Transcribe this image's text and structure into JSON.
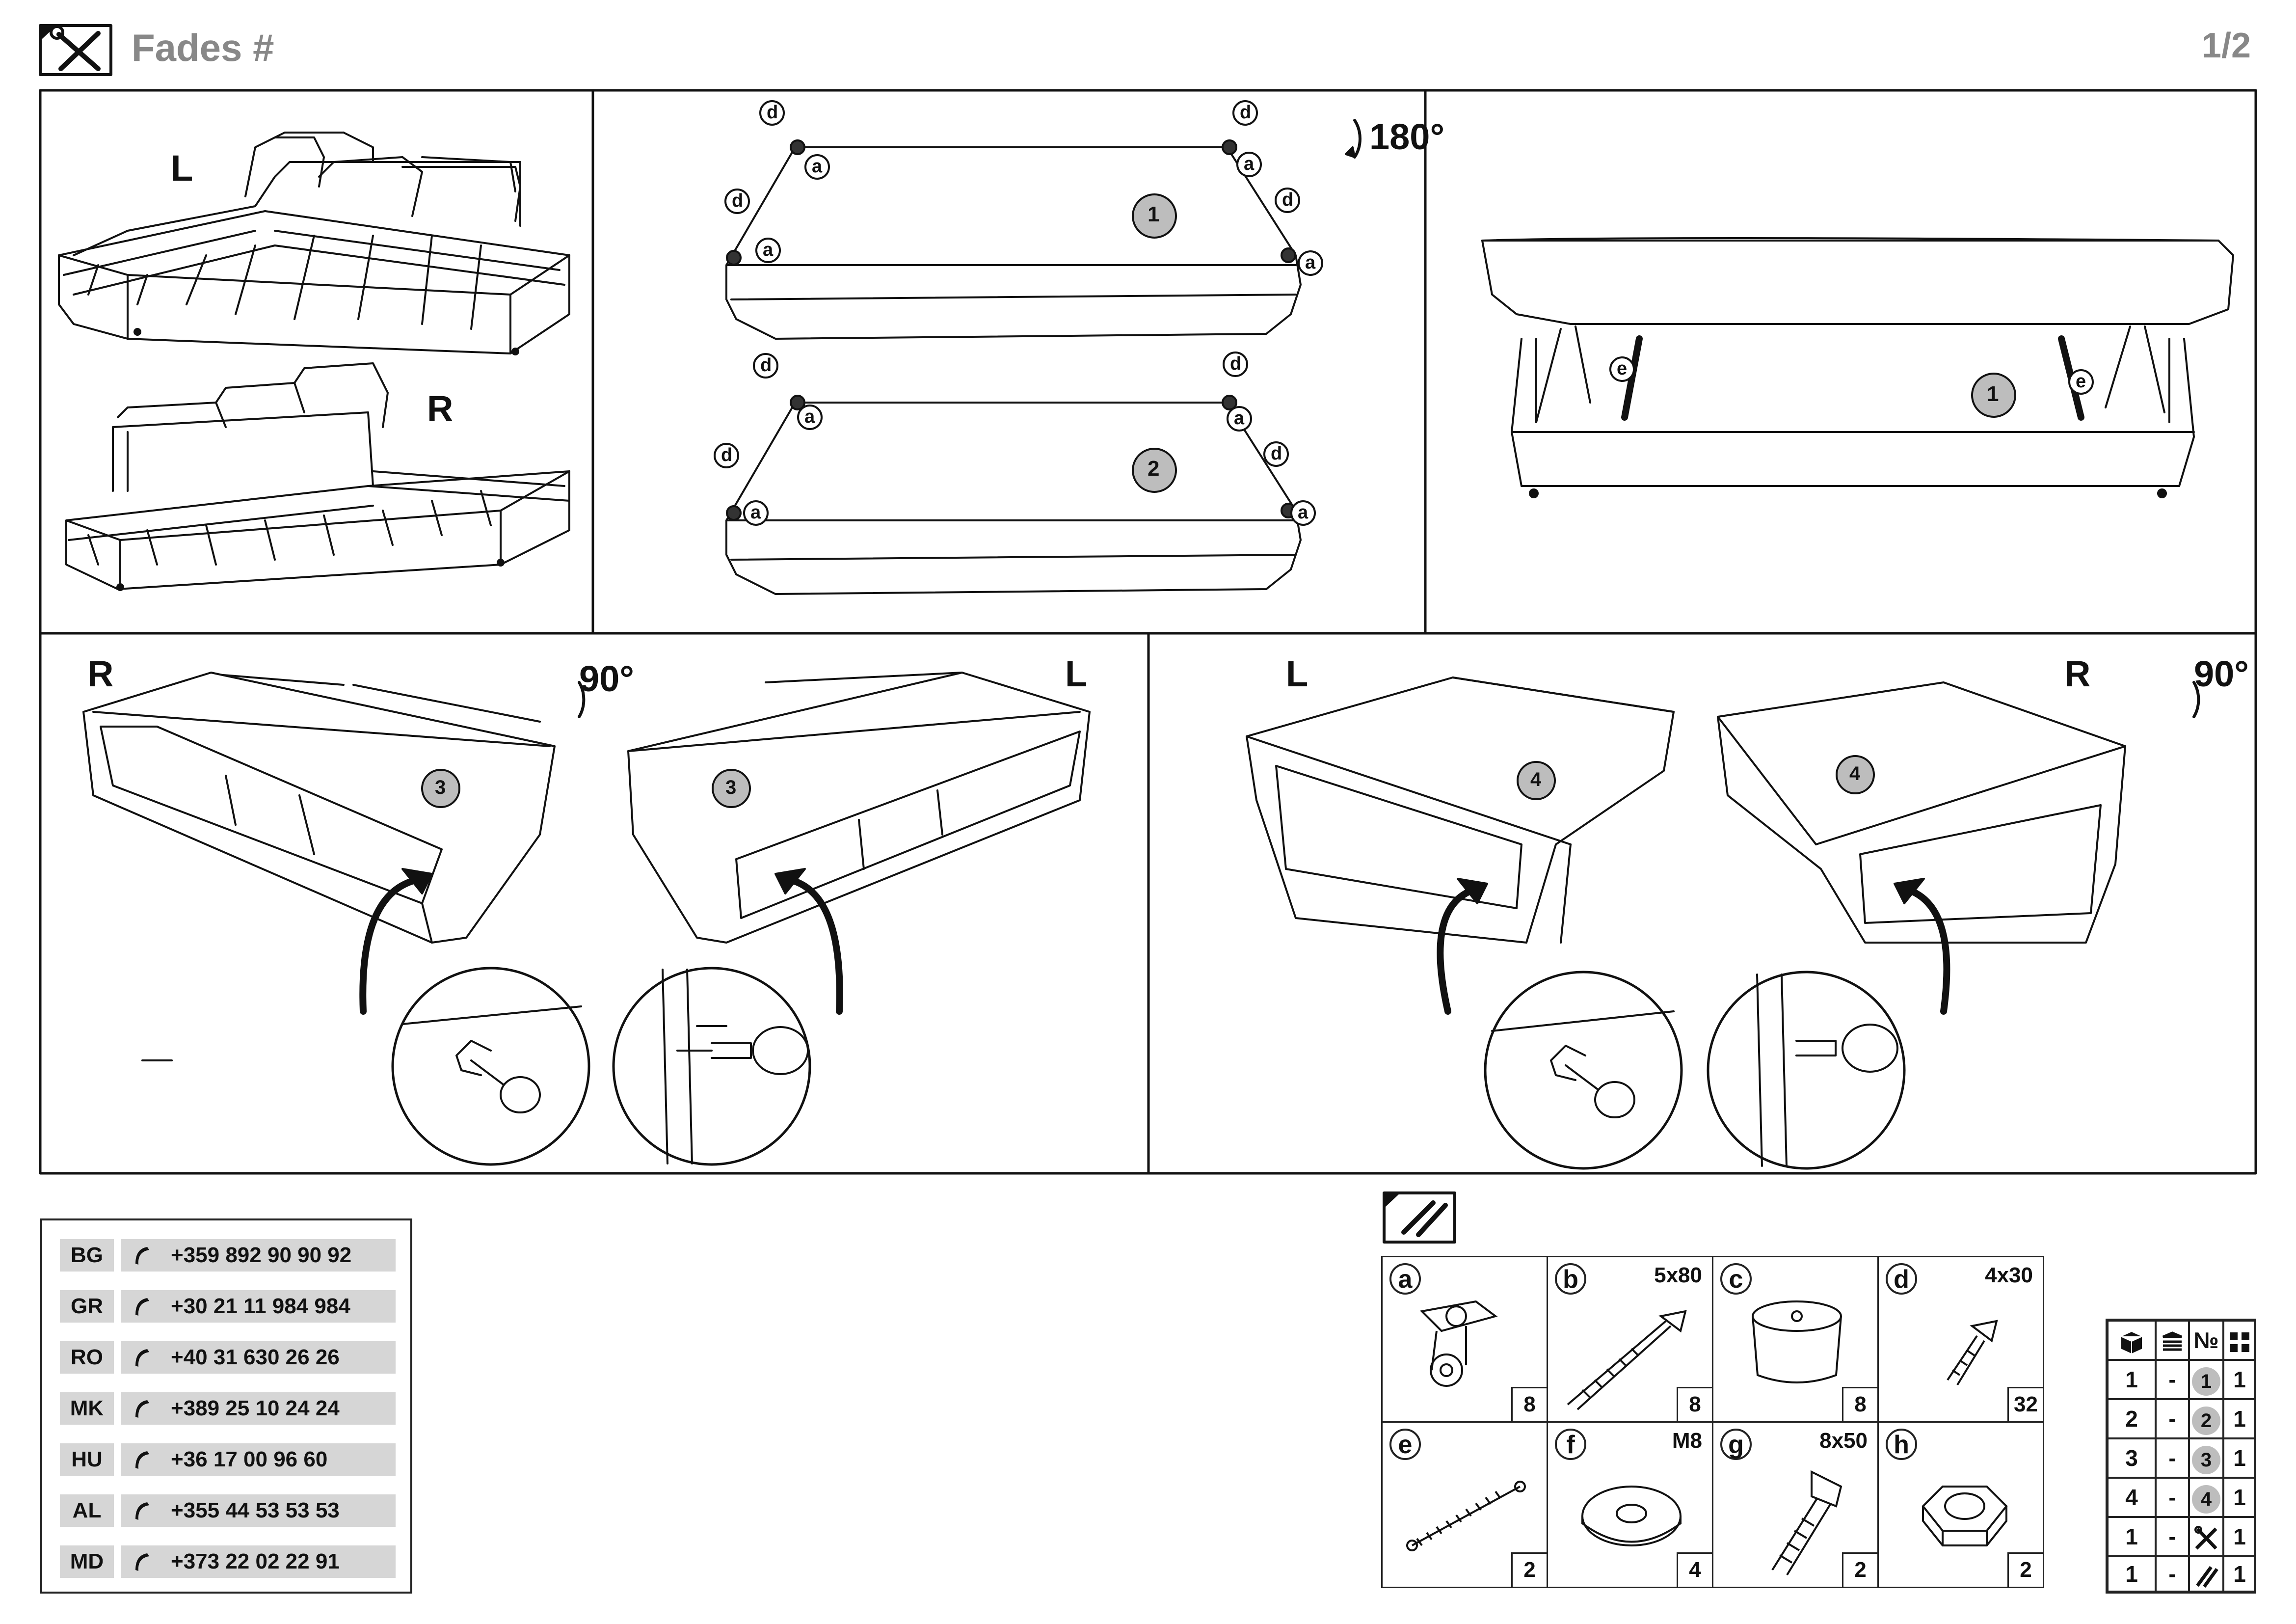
{
  "header": {
    "title": "Fades #",
    "page": "1/2",
    "tools_icon": "screwdriver-wrench-icon"
  },
  "panels": {
    "top_left": {
      "left_label": "L",
      "right_label": "R"
    },
    "top_middle": {
      "rotation": "180°",
      "part_1": "1",
      "part_2": "2",
      "tag_d": "d",
      "tag_a": "a"
    },
    "top_right": {
      "part": "1",
      "tag_e": "e"
    },
    "bottom_left": {
      "left_label": "R",
      "right_label": "L",
      "rotation": "90°",
      "part": "3"
    },
    "bottom_right": {
      "left_label": "L",
      "right_label": "R",
      "rotation": "90°",
      "part": "4"
    }
  },
  "contacts": [
    {
      "code": "BG",
      "phone": "+359 892 90 90 92"
    },
    {
      "code": "GR",
      "phone": "+30 21 11 984 984"
    },
    {
      "code": "RO",
      "phone": "+40 31 630 26 26"
    },
    {
      "code": "MK",
      "phone": "+389 25 10 24 24"
    },
    {
      "code": "HU",
      "phone": "+36 17 00 96 60"
    },
    {
      "code": "AL",
      "phone": "+355 44 53 53 53"
    },
    {
      "code": "MD",
      "phone": "+373 22 02 22 91"
    }
  ],
  "hardware": {
    "icon": "hardware-bag-icon",
    "items": [
      {
        "letter": "a",
        "size": "",
        "qty": "8",
        "icon": "caster-wheel-icon"
      },
      {
        "letter": "b",
        "size": "5x80",
        "qty": "8",
        "icon": "wood-screw-icon"
      },
      {
        "letter": "c",
        "size": "",
        "qty": "8",
        "icon": "furniture-leg-icon"
      },
      {
        "letter": "d",
        "size": "4x30",
        "qty": "32",
        "icon": "small-screw-icon"
      },
      {
        "letter": "e",
        "size": "",
        "qty": "2",
        "icon": "spring-icon"
      },
      {
        "letter": "f",
        "size": "M8",
        "qty": "4",
        "icon": "washer-icon"
      },
      {
        "letter": "g",
        "size": "8x50",
        "qty": "2",
        "icon": "bolt-icon"
      },
      {
        "letter": "h",
        "size": "",
        "qty": "2",
        "icon": "nut-icon"
      }
    ]
  },
  "packing": {
    "header_icons": [
      "box-icon",
      "stack-icon",
      "№",
      "grid-icon"
    ],
    "rows": [
      {
        "boxes": "1",
        "dash": "-",
        "no": "1",
        "count": "1",
        "badge": true
      },
      {
        "boxes": "2",
        "dash": "-",
        "no": "2",
        "count": "1",
        "badge": true
      },
      {
        "boxes": "3",
        "dash": "-",
        "no": "3",
        "count": "1",
        "badge": true
      },
      {
        "boxes": "4",
        "dash": "-",
        "no": "4",
        "count": "1",
        "badge": true
      },
      {
        "boxes": "1",
        "dash": "-",
        "no": "tools",
        "count": "1",
        "badge": false
      },
      {
        "boxes": "1",
        "dash": "-",
        "no": "hardware",
        "count": "1",
        "badge": false
      }
    ]
  }
}
